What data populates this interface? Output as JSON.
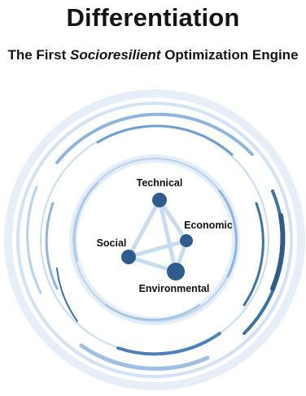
{
  "header": {
    "title": "Differentiation",
    "subtitle_pre": "The First ",
    "subtitle_em": "Socioresilient",
    "subtitle_post": " Optimization Engine"
  },
  "diagram": {
    "nodes": [
      {
        "id": "technical",
        "label": "Technical"
      },
      {
        "id": "economic",
        "label": "Economic"
      },
      {
        "id": "social",
        "label": "Social"
      },
      {
        "id": "environmental",
        "label": "Environmental"
      }
    ],
    "colors": {
      "node": "#2d5c8e",
      "ring_dark": "#3a74ad",
      "ring_mid": "#6c9fd0",
      "ring_light": "#b7d2ec",
      "edge": "#c8dcef"
    }
  }
}
